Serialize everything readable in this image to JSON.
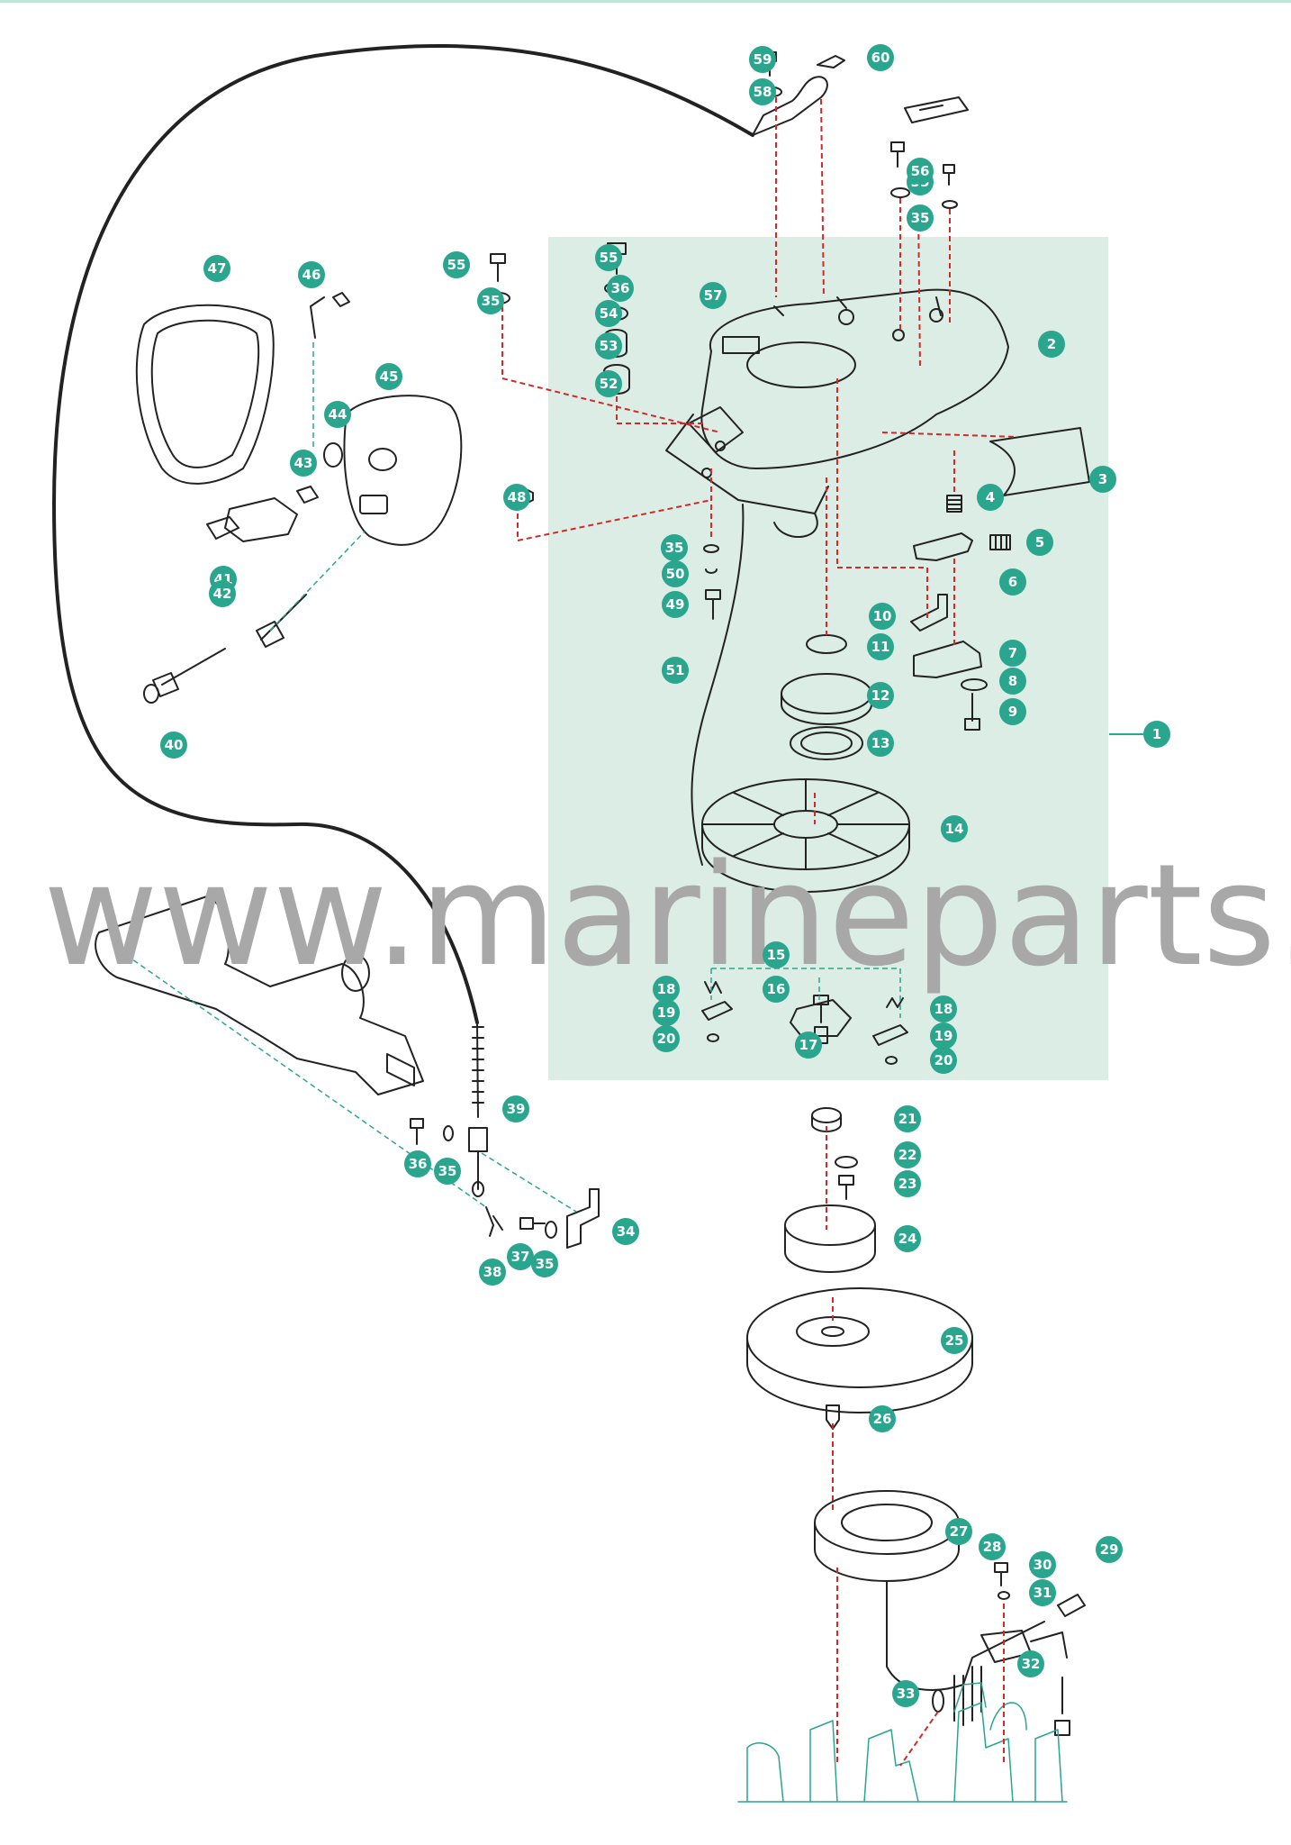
{
  "colors": {
    "callout_fill": "#2aa58e",
    "assembly_bg": "#dcede6",
    "guide_red": "#d12a2a",
    "guide_teal": "#2aa58e",
    "line_art": "#222222",
    "watermark": "#a8a8a8",
    "top_rule": "#bfe6da"
  },
  "watermark": "www.marineparts.eu",
  "callouts": [
    "1",
    "2",
    "3",
    "4",
    "5",
    "6",
    "7",
    "8",
    "9",
    "10",
    "11",
    "12",
    "13",
    "14",
    "15",
    "16",
    "17",
    "18",
    "18",
    "19",
    "19",
    "20",
    "20",
    "21",
    "22",
    "23",
    "24",
    "25",
    "26",
    "27",
    "28",
    "29",
    "30",
    "31",
    "32",
    "33",
    "34",
    "35",
    "35",
    "35",
    "35",
    "35",
    "35",
    "36",
    "36",
    "37",
    "38",
    "39",
    "40",
    "41",
    "42",
    "43",
    "44",
    "45",
    "46",
    "47",
    "48",
    "49",
    "50",
    "51",
    "52",
    "53",
    "54",
    "55",
    "55",
    "56",
    "57",
    "58",
    "59",
    "60"
  ]
}
